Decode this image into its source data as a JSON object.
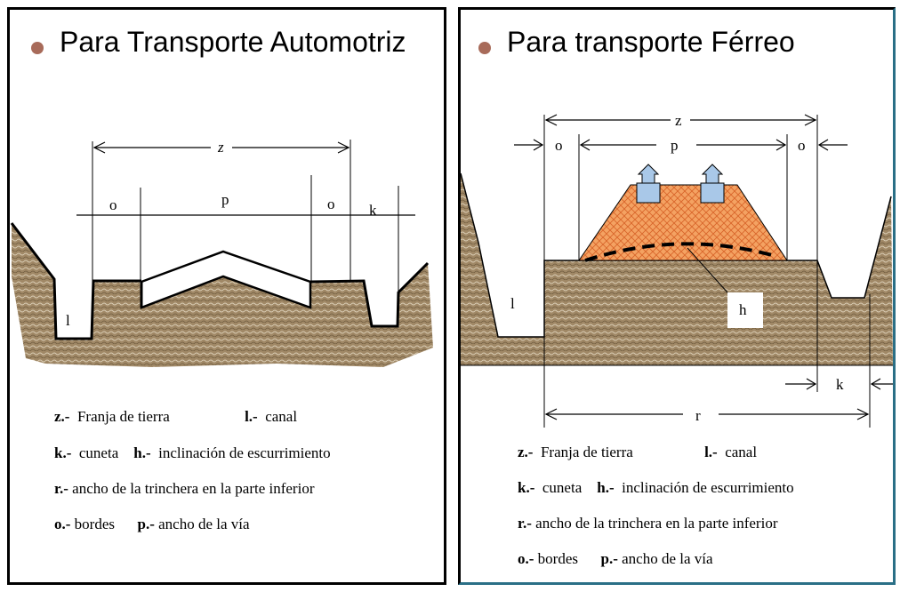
{
  "left": {
    "title": "Para Transporte Automotriz",
    "labels": {
      "z": "z",
      "o1": "o",
      "p": "p",
      "o2": "o",
      "k": "k",
      "l": "l"
    },
    "legend": {
      "z_key": "z.-",
      "z_text": "Franja de tierra",
      "l_key": "l.-",
      "l_text": "canal",
      "k_key": "k.-",
      "k_text": "cuneta",
      "h_key": "h.-",
      "h_text": "inclinación de escurrimiento",
      "r_key": "r.-",
      "r_text": "ancho de la trinchera en la parte inferior",
      "o_key": "o.-",
      "o_text": "bordes",
      "p_key": "p.-",
      "p_text": "ancho de la vía"
    }
  },
  "right": {
    "title": "Para transporte Férreo",
    "labels": {
      "z": "z",
      "o1": "o",
      "p": "p",
      "o2": "o",
      "l": "l",
      "h": "h",
      "k": "k",
      "r": "r"
    },
    "legend": {
      "z_key": "z.-",
      "z_text": "Franja de tierra",
      "l_key": "l.-",
      "l_text": "canal",
      "k_key": "k.-",
      "k_text": "cuneta",
      "h_key": "h.-",
      "h_text": "inclinación de escurrimiento",
      "r_key": "r.-",
      "r_text": "ancho de la trinchera en la parte inferior",
      "o_key": "o.-",
      "o_text": "bordes",
      "p_key": "p.-",
      "p_text": "ancho de la vía"
    }
  },
  "colors": {
    "soil": "#a08866",
    "ballast": "#f4a262",
    "tie": "#a9c8e8",
    "bullet": "#a86b5a"
  }
}
